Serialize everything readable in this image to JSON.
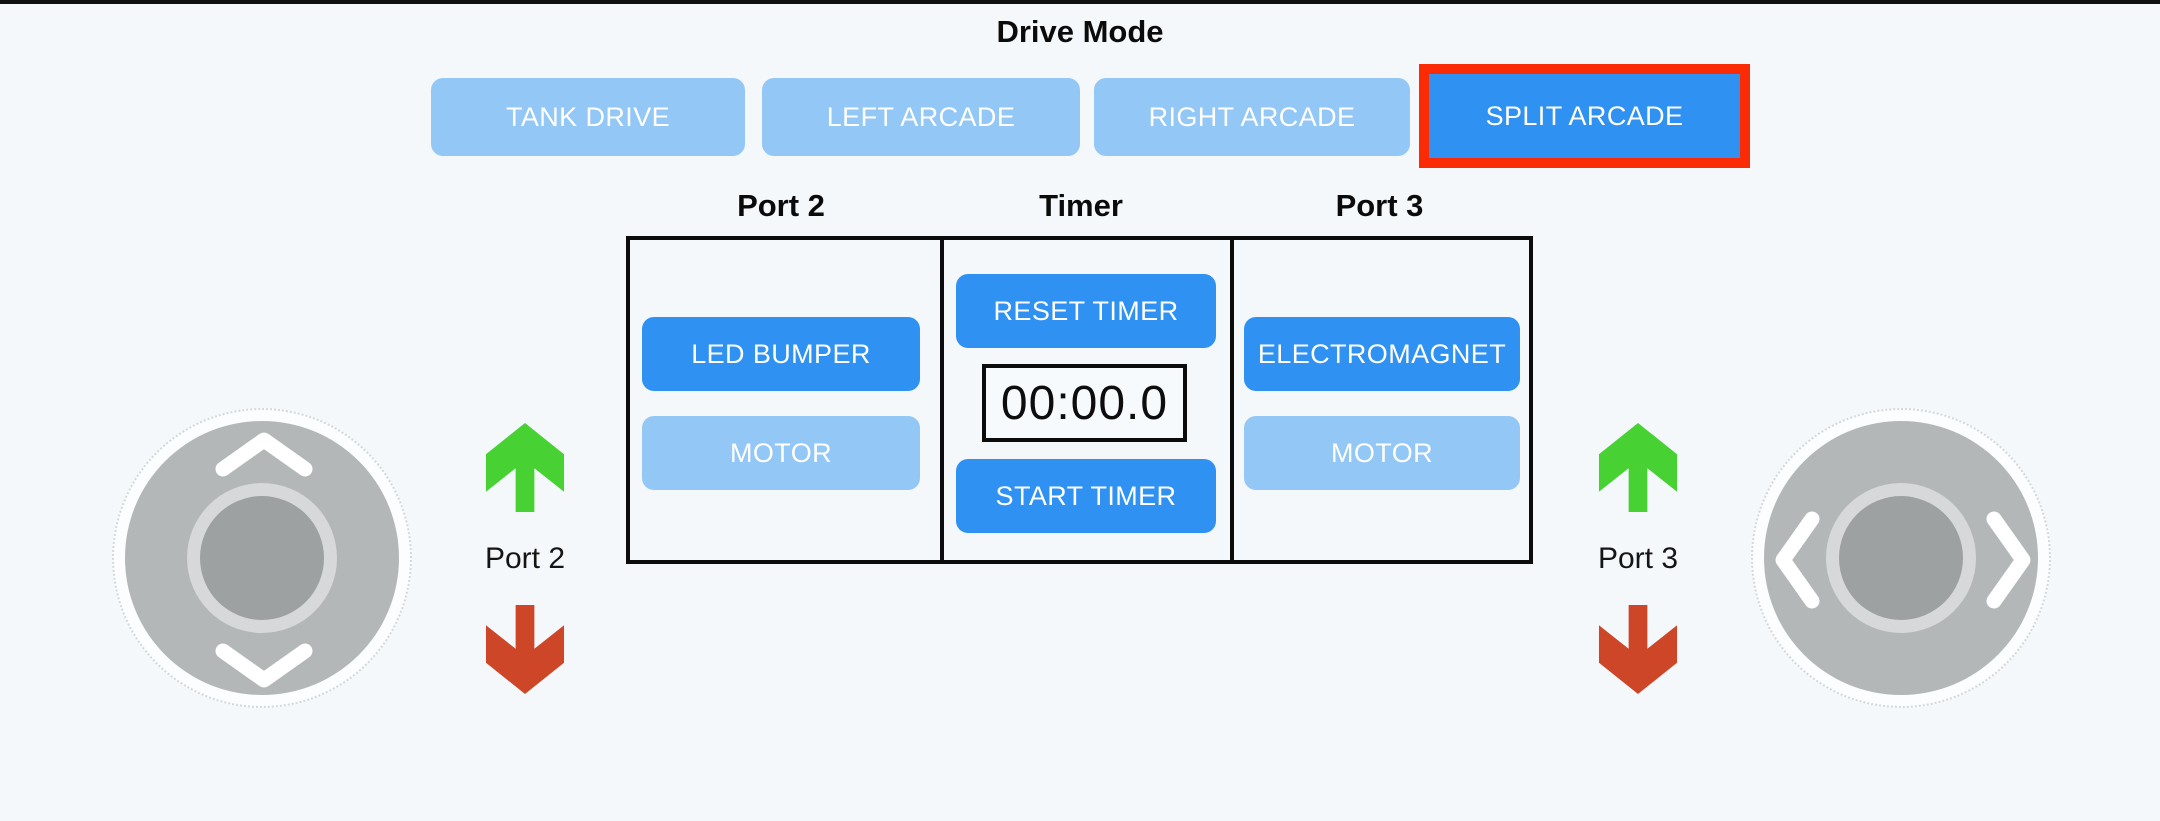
{
  "window": {
    "top_bar_color": "#101010",
    "background": "#f4f8fa"
  },
  "drive_mode": {
    "title": "Drive Mode",
    "buttons": [
      {
        "label": "TANK DRIVE",
        "active": false
      },
      {
        "label": "LEFT ARCADE",
        "active": false
      },
      {
        "label": "RIGHT ARCADE",
        "active": false
      },
      {
        "label": "SPLIT ARCADE",
        "active": true
      }
    ]
  },
  "control_panel": {
    "port2": {
      "header": "Port 2",
      "device_button": "LED BUMPER",
      "motor_button": "MOTOR"
    },
    "timer": {
      "header": "Timer",
      "reset_button": "RESET TIMER",
      "display": "00:00.0",
      "start_button": "START TIMER"
    },
    "port3": {
      "header": "Port 3",
      "device_button": "ELECTROMAGNET",
      "motor_button": "MOTOR"
    }
  },
  "left_drive": {
    "port_label": "Port 2"
  },
  "right_drive": {
    "port_label": "Port 3"
  },
  "colors": {
    "button_active": "#2f91f1",
    "button_inactive": "#92c7f6",
    "selected_border": "#fb2b06",
    "arrow_up_green": "#47d133",
    "arrow_down_red": "#cd4628",
    "panel_border": "#0c0c0c",
    "joystick_pad": "#b4b7b8",
    "joystick_knob": "#9da1a2"
  }
}
